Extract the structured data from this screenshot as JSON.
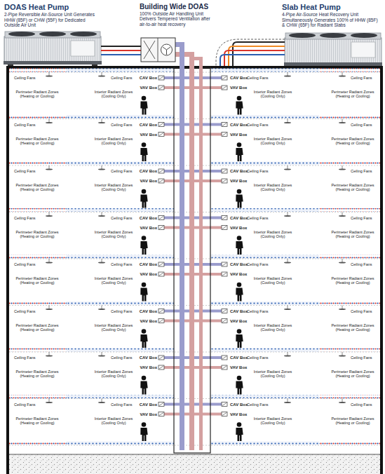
{
  "diagram": {
    "nodes": [
      {
        "text": [
          "DOAS Heat Pump",
          "2-Pipe Reversible Air-Source Unit Generates HHW (85F) or CHW (55F) for Dedicated Outside Air Unit"
        ]
      },
      {
        "text": [
          "Building Wide DOAS",
          "100% Outside Air Handling Unit Delivers Tempered Ventilation after air-to-air heat recovery"
        ]
      },
      {
        "text": [
          "Slab Heat Pump",
          "4-Pipe Air-Source Heat Recovery Unit Simultaneously Generates 100% of HHW (85F) & CHW (65F) for Radiant Slabs"
        ]
      }
    ],
    "edges": [
      {
        "from": 0,
        "to": 1,
        "arrow": "none"
      }
    ],
    "labels": [
      "Ceiling Fans",
      "Ceiling Fans",
      "Ceiling Fans",
      "Ceiling Fans",
      "CAV Box",
      "VAV Box",
      "CAV Box",
      "VAV Box",
      "Perimeter Radiant Zones (Heating or Cooling)",
      "Interior Radiant Zones (Cooling Only)",
      "Interior Radiant Zones (Cooling Only)",
      "Perimeter Radiant Zones (Heating or Cooling)",
      "Ceiling Fans",
      "Ceiling Fans",
      "Ceiling Fans",
      "Ceiling Fans",
      "CAV Box",
      "VAV Box",
      "CAV Box",
      "VAV Box",
      "Perimeter Radiant Zones (Heating or Cooling)",
      "Interior Radiant Zones (Cooling Only)",
      "Interior Radiant Zones (Cooling Only)",
      "Perimeter Radiant Zones (Heating or Cooling)",
      "Ceiling Fans",
      "Ceiling Fans",
      "Ceiling Fans",
      "Ceiling Fans",
      "CAV Box",
      "VAV Box",
      "CAV Box",
      "VAV Box",
      "Perimeter Radiant Zones (Heating or Cooling)",
      "Interior Radiant Zones (Cooling Only)",
      "Interior Radiant Zones (Cooling Only)",
      "Perimeter Radiant Zones (Heating or Cooling)",
      "Ceiling Fans",
      "Ceiling Fans",
      "Ceiling Fans",
      "Ceiling Fans",
      "CAV Box",
      "VAV Box",
      "CAV Box",
      "VAV Box",
      "Perimeter Radiant Zones (Heating or Cooling)",
      "Interior Radiant Zones (Cooling Only)",
      "Interior Radiant Zones (Cooling Only)",
      "Perimeter Radiant Zones (Heating or Cooling)",
      "Ceiling Fans",
      "Ceiling Fans",
      "Ceiling Fans",
      "Ceiling Fans",
      "CAV Box",
      "VAV Box",
      "CAV Box",
      "VAV Box",
      "Perimeter Radiant Zones (Heating or Cooling)",
      "Interior Radiant Zones (Cooling Only)",
      "Interior Radiant Zones (Cooling Only)",
      "Perimeter Radiant Zones (Heating or Cooling)",
      "Ceiling Fans",
      "Ceiling Fans",
      "Ceiling Fans",
      "Ceiling Fans",
      "CAV Box",
      "VAV Box",
      "CAV Box",
      "VAV Box",
      "Perimeter Radiant Zones (Heating or Cooling)",
      "Interior Radiant Zones (Cooling Only)",
      "Interior Radiant Zones (Cooling Only)",
      "Perimeter Radiant Zones (Heating or Cooling)",
      "Ceiling Fans",
      "Ceiling Fans",
      "Ceiling Fans",
      "Ceiling Fans",
      "CAV Box",
      "VAV Box",
      "CAV Box",
      "VAV Box",
      "Perimeter Radiant Zones (Heating or Cooling)",
      "Interior Radiant Zones (Cooling Only)",
      "Interior Radiant Zones (Cooling Only)",
      "Perimeter Radiant Zones (Heating or Cooling)",
      "Ceiling Fans",
      "Ceiling Fans",
      "Ceiling Fans",
      "Ceiling Fans",
      "CAV Box",
      "VAV Box",
      "CAV Box",
      "VAV Box",
      "Perimeter Radiant Zones (Heating or Cooling)",
      "Interior Radiant Zones (Cooling Only)",
      "Interior Radiant Zones (Cooling Only)",
      "Perimeter Radiant Zones (Heating or Cooling)"
    ]
  }
}
